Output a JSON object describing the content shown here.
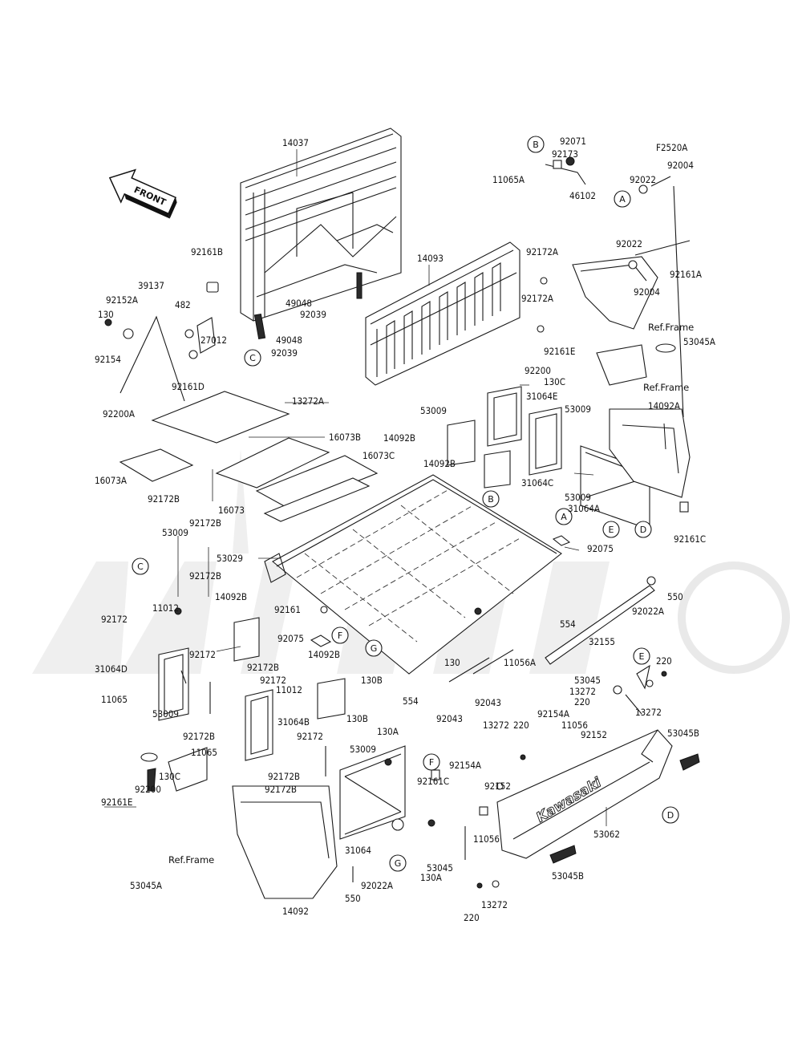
{
  "diagram": {
    "code": "F2520A",
    "front_label": "FRONT",
    "ref_frame": "Ref.Frame",
    "circle_refs": [
      "A",
      "B",
      "C",
      "D",
      "E",
      "F",
      "G"
    ],
    "decal_text": "Kawasaki",
    "part_labels": [
      "14037",
      "92071",
      "92173",
      "11065A",
      "46102",
      "92004",
      "92022",
      "92161A",
      "14093",
      "92172A",
      "92161B",
      "39137",
      "92152A",
      "482",
      "130",
      "27012",
      "92154",
      "92161D",
      "92200A",
      "49048",
      "92039",
      "92161E",
      "53045A",
      "92200",
      "130C",
      "13272A",
      "16073B",
      "16073C",
      "16073A",
      "92172B",
      "16073",
      "53009",
      "31064E",
      "14092A",
      "14092B",
      "31064C",
      "31064A",
      "92161C",
      "53029",
      "92075",
      "92161",
      "11012",
      "92172",
      "31064D",
      "11065",
      "554",
      "550",
      "92022A",
      "32155",
      "130B",
      "11056A",
      "92043",
      "31064B",
      "130A",
      "220",
      "53045",
      "13272",
      "92154A",
      "11056",
      "92152",
      "53045B",
      "53062",
      "31064",
      "14092"
    ]
  }
}
